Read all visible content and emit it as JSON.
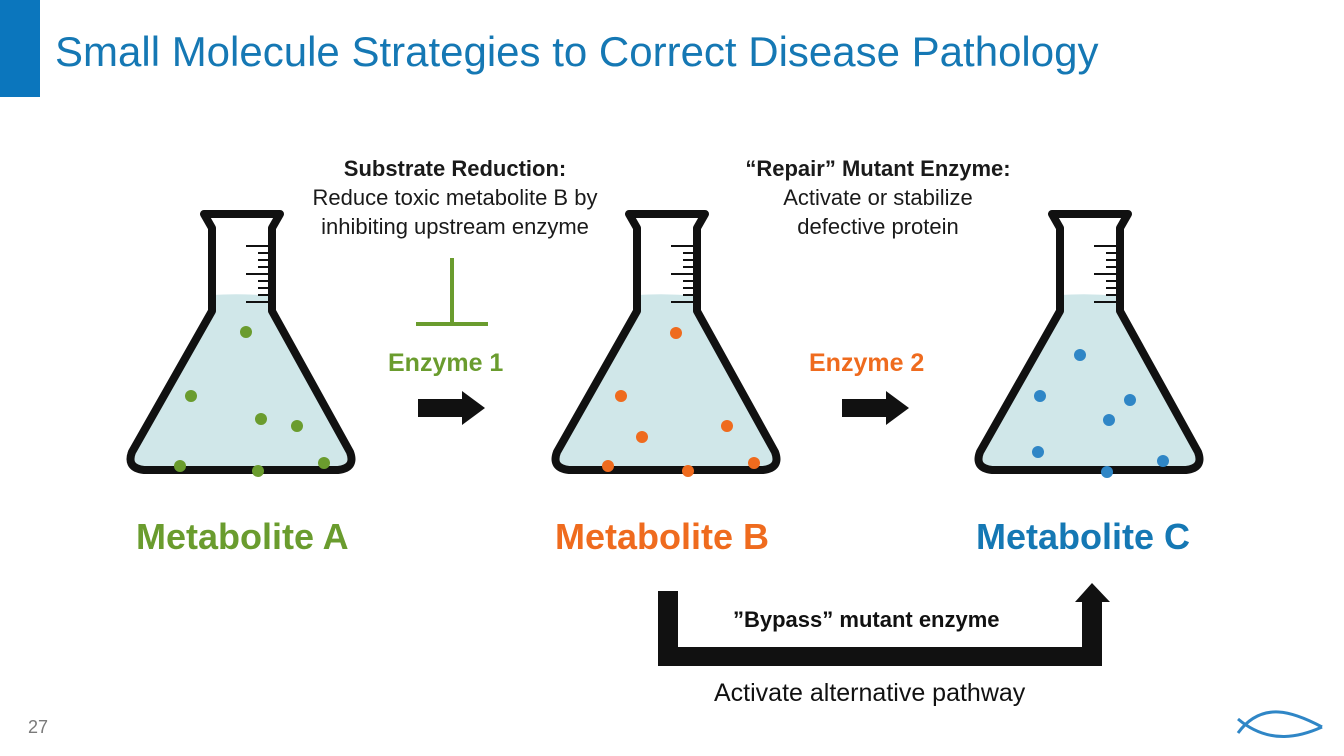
{
  "slide": {
    "title": "Small Molecule Strategies to Correct Disease Pathology",
    "page_number": "27"
  },
  "strategies": {
    "substrate_reduction": {
      "heading": "Substrate Reduction:",
      "line1": "Reduce toxic metabolite B by",
      "line2": "inhibiting upstream enzyme"
    },
    "repair_enzyme": {
      "heading": "“Repair” Mutant Enzyme:",
      "line1": "Activate or stabilize",
      "line2": "defective protein"
    },
    "bypass": {
      "label": "”Bypass” mutant enzyme",
      "caption": "Activate alternative pathway"
    }
  },
  "enzymes": [
    {
      "label": "Enzyme 1",
      "color": "#6a9c2e"
    },
    {
      "label": "Enzyme 2",
      "color": "#ef6b1e"
    }
  ],
  "metabolites": [
    {
      "label": "Metabolite A",
      "color": "#6a9c2e"
    },
    {
      "label": "Metabolite B",
      "color": "#ef6b1e"
    },
    {
      "label": "Metabolite C",
      "color": "#1578b4"
    }
  ],
  "colors": {
    "accent": "#0b76bd",
    "liquid": "#d0e7e9",
    "outline": "#111111"
  }
}
